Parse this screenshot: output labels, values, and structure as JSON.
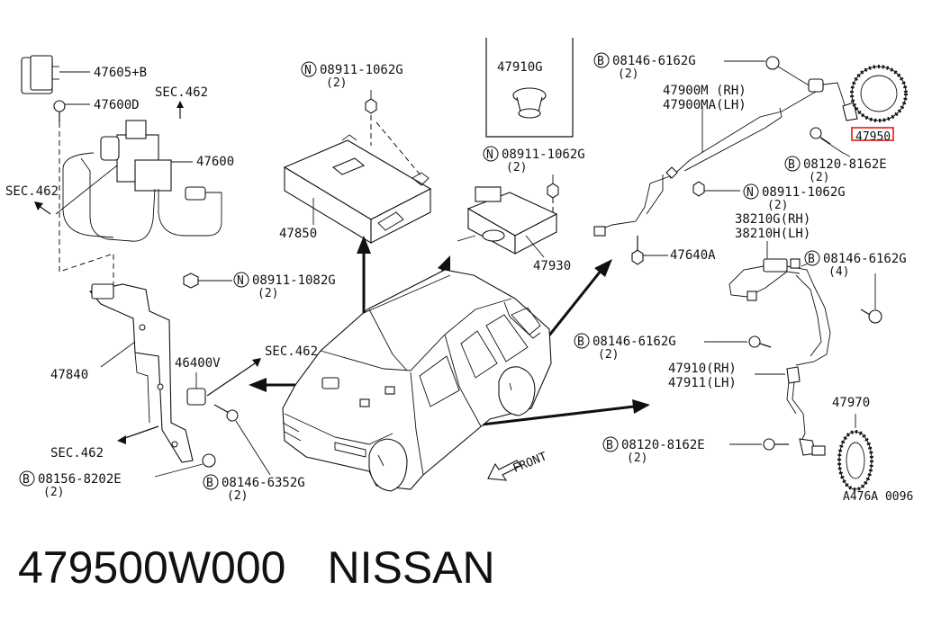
{
  "highlight_color": "#e8322d",
  "labels": {
    "p47605b": "47605+B",
    "p47600d": "47600D",
    "sec462_top": "SEC.462",
    "p47600": "47600",
    "sec462_left": "SEC.462",
    "b_08911_1062g_top": "08911-1062G",
    "b_08911_1062g_top_qty": "(2)",
    "p47850": "47850",
    "p47910g": "47910G",
    "b_08911_1062g_mid": "08911-1062G",
    "b_08911_1062g_mid_qty": "(2)",
    "p47930": "47930",
    "b_08146_6162g_top": "08146-6162G",
    "b_08146_6162g_top_qty": "(2)",
    "p47900m": "47900M (RH)",
    "p47900ma": "47900MA(LH)",
    "p47950": "47950",
    "b_08120_8162e_top": "08120-8162E",
    "b_08120_8162e_top_qty": "(2)",
    "b_08911_1062g_right": "08911-1062G",
    "b_08911_1062g_right_qty": "(2)",
    "p38210g": "38210G(RH)",
    "p38210h": "38210H(LH)",
    "p47640a": "47640A",
    "b_08146_6162g_right": "08146-6162G",
    "b_08146_6162g_right_qty": "(4)",
    "b_08911_1082g": "08911-1082G",
    "b_08911_1082g_qty": "(2)",
    "p47840": "47840",
    "p46400v": "46400V",
    "sec462_mid": "SEC.462",
    "b_08146_6162g_mid": "08146-6162G",
    "b_08146_6162g_mid_qty": "(2)",
    "p47910": "47910(RH)",
    "p47911": "47911(LH)",
    "p47970": "47970",
    "sec462_bottom": "SEC.462",
    "b_08156_8202e": "08156-8202E",
    "b_08156_8202e_qty": "(2)",
    "b_08146_6352g": "08146-6352G",
    "b_08146_6352g_qty": "(2)",
    "front": "FRONT",
    "b_08120_8162e_bottom": "08120-8162E",
    "b_08120_8162e_bottom_qty": "(2)",
    "diagram_code": "A476A 0096",
    "prefix_b": "B",
    "prefix_n": "N"
  },
  "footer": {
    "part_number": "479500W000",
    "brand": "NISSAN"
  }
}
